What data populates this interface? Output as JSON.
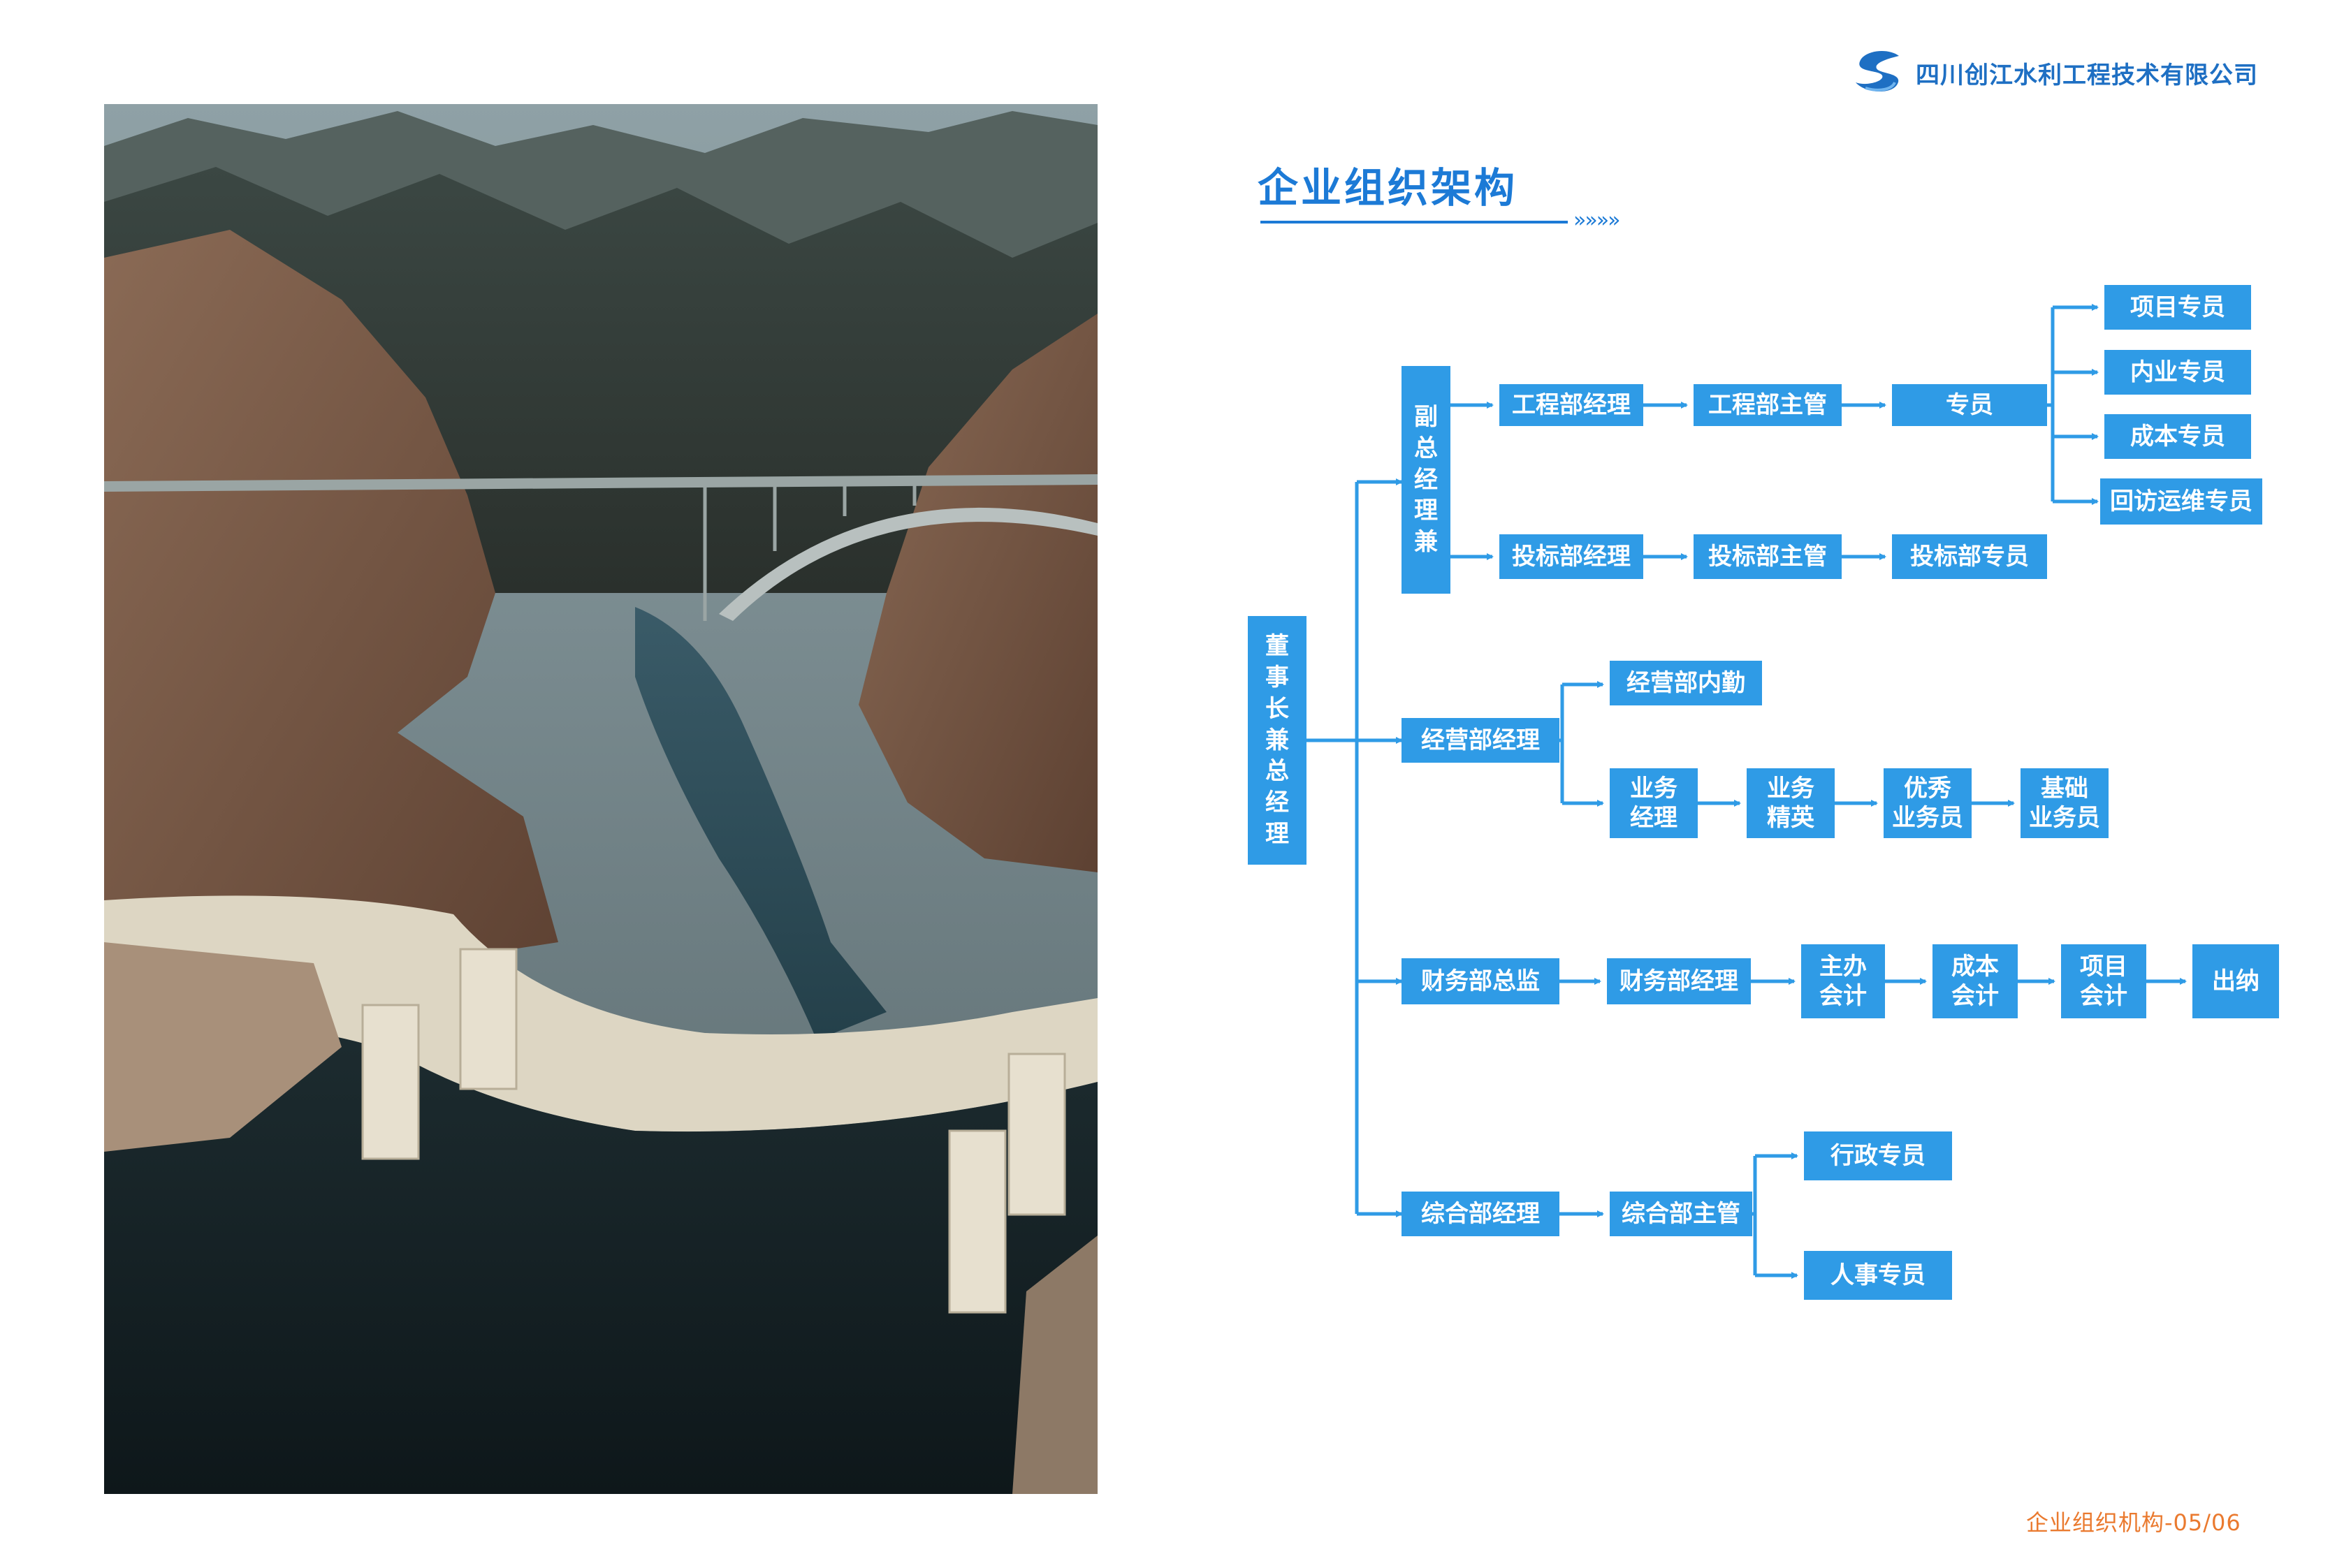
{
  "header": {
    "company_name": "四川创江水利工程技术有限公司",
    "logo_icon": "swirl-s-logo-icon"
  },
  "section": {
    "title": "企业组织架构",
    "arrows": "»»»»"
  },
  "chart": {
    "chairman": "董事长兼总经理",
    "vice_gm": "副总经理兼",
    "engineering": {
      "manager": "工程部经理",
      "supervisor": "工程部主管",
      "specialist": "专员",
      "specialists": [
        "项目专员",
        "内业专员",
        "成本专员",
        "回访运维专员"
      ]
    },
    "bidding": {
      "manager": "投标部经理",
      "supervisor": "投标部主管",
      "specialist": "投标部专员"
    },
    "operations": {
      "manager": "经营部经理",
      "clerk": "经营部内勤",
      "chain": [
        "业务\n经理",
        "业务\n精英",
        "优秀\n业务员",
        "基础\n业务员"
      ]
    },
    "finance": {
      "director": "财务部总监",
      "manager": "财务部经理",
      "chain": [
        "主办\n会计",
        "成本\n会计",
        "项目\n会计",
        "出纳"
      ]
    },
    "general": {
      "manager": "综合部经理",
      "supervisor": "综合部主管",
      "specialists": [
        "行政专员",
        "人事专员"
      ]
    }
  },
  "footer": {
    "text": "企业组织机构-05/06"
  },
  "colors": {
    "box": "#2f9be6",
    "title": "#1c7ad6",
    "footer": "#ea7a2f",
    "company": "#1e6fc3"
  }
}
